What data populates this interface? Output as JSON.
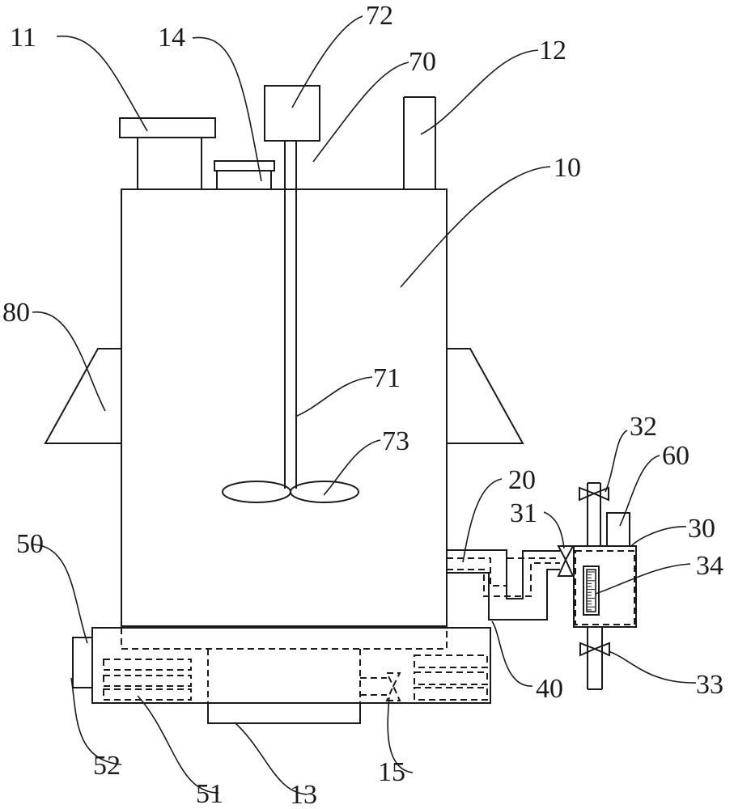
{
  "figure": {
    "type": "patent line drawing",
    "subject": "reaction / stirring tank apparatus with heating base and side sampling chamber",
    "line_color": "#1a1a1a",
    "background_color": "#ffffff"
  },
  "labels": {
    "l10": "10",
    "l11": "11",
    "l12": "12",
    "l13": "13",
    "l14": "14",
    "l15": "15",
    "l20": "20",
    "l30": "30",
    "l31": "31",
    "l32": "32",
    "l33": "33",
    "l34": "34",
    "l40": "40",
    "l50": "50",
    "l51": "51",
    "l52": "52",
    "l60": "60",
    "l70": "70",
    "l71": "71",
    "l72": "72",
    "l73": "73",
    "l80": "80"
  }
}
